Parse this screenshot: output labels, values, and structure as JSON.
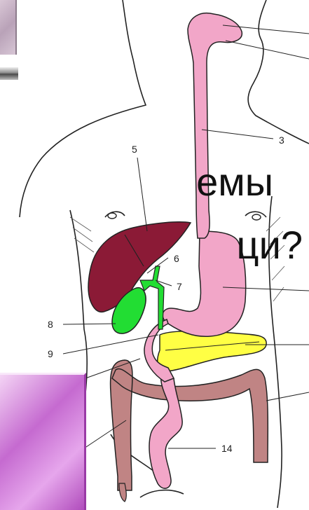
{
  "slide_text": {
    "line1": "емы",
    "line2": "ци?"
  },
  "labels": {
    "n3": "3",
    "n5": "5",
    "n6": "6",
    "n7": "7",
    "n8": "8",
    "n9": "9",
    "n14": "14"
  },
  "colors": {
    "esophagus": "#f2a6c8",
    "liver": "#8b1a36",
    "gallbladder": "#22dd33",
    "pancreas": "#ffff44",
    "intestine": "#c08484",
    "outline": "#222222"
  }
}
